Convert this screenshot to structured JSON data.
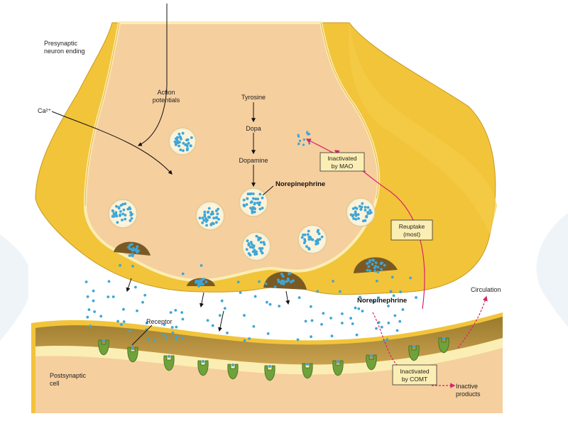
{
  "labels": {
    "presynaptic": [
      "Presynaptic",
      "neuron ending"
    ],
    "calcium": "Ca²⁺",
    "action_potentials": [
      "Action",
      "potentials"
    ],
    "tyrosine": "Tyrosine",
    "dopa": "Dopa",
    "dopamine": "Dopamine",
    "norepinephrine_vesicle": "Norepinephrine",
    "norepinephrine_cleft": "Norepinephrine",
    "receptor": "Receptor",
    "circulation": "Circulation",
    "postsynaptic": [
      "Postsynaptic",
      "cell"
    ],
    "inactive_products": [
      "Inactive",
      "products"
    ]
  },
  "boxes": {
    "mao": [
      "Inactivated",
      "by MAO"
    ],
    "reuptake": [
      "Reuptake",
      "(most)"
    ],
    "comt": [
      "Inactivated",
      "by COMT"
    ]
  },
  "colors": {
    "outer_membrane": "#f2c43a",
    "membrane_line": "#fbeeb4",
    "cytoplasm": "#f6cf9e",
    "vesicle": "#fbf3dc",
    "molecule": "#3da6d8",
    "receptor": "#6fa23a",
    "arrow_magenta": "#d6246a",
    "background_watermark": "#e4ecf4"
  }
}
